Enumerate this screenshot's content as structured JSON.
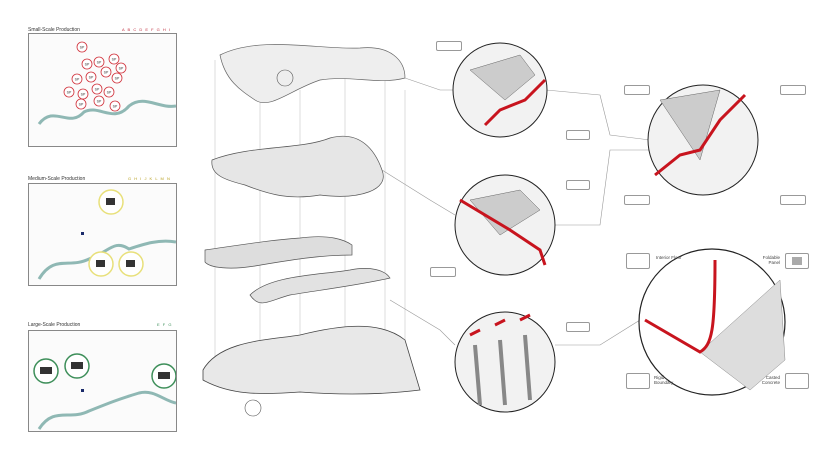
{
  "panels": [
    {
      "title": "Small-Scale Production",
      "legend": "A B C D E F G H I",
      "accent": "#d0303a",
      "marker": "SP"
    },
    {
      "title": "Medium-Scale Production",
      "legend": "G H I J K L M N",
      "accent": "#e8e07a"
    },
    {
      "title": "Large-Scale Production",
      "legend": "E F G",
      "accent": "#3e8f5a"
    }
  ],
  "callouts": {
    "interior_floor": "Interior Floor",
    "foldable_panel": "Foldable Panel",
    "rigid_boundary": "Rigid Boundary",
    "casted_concrete": "Casted Concrete"
  },
  "colors": {
    "river": "#8fb8b4",
    "boundary": "#c8141e",
    "line": "#888888"
  }
}
